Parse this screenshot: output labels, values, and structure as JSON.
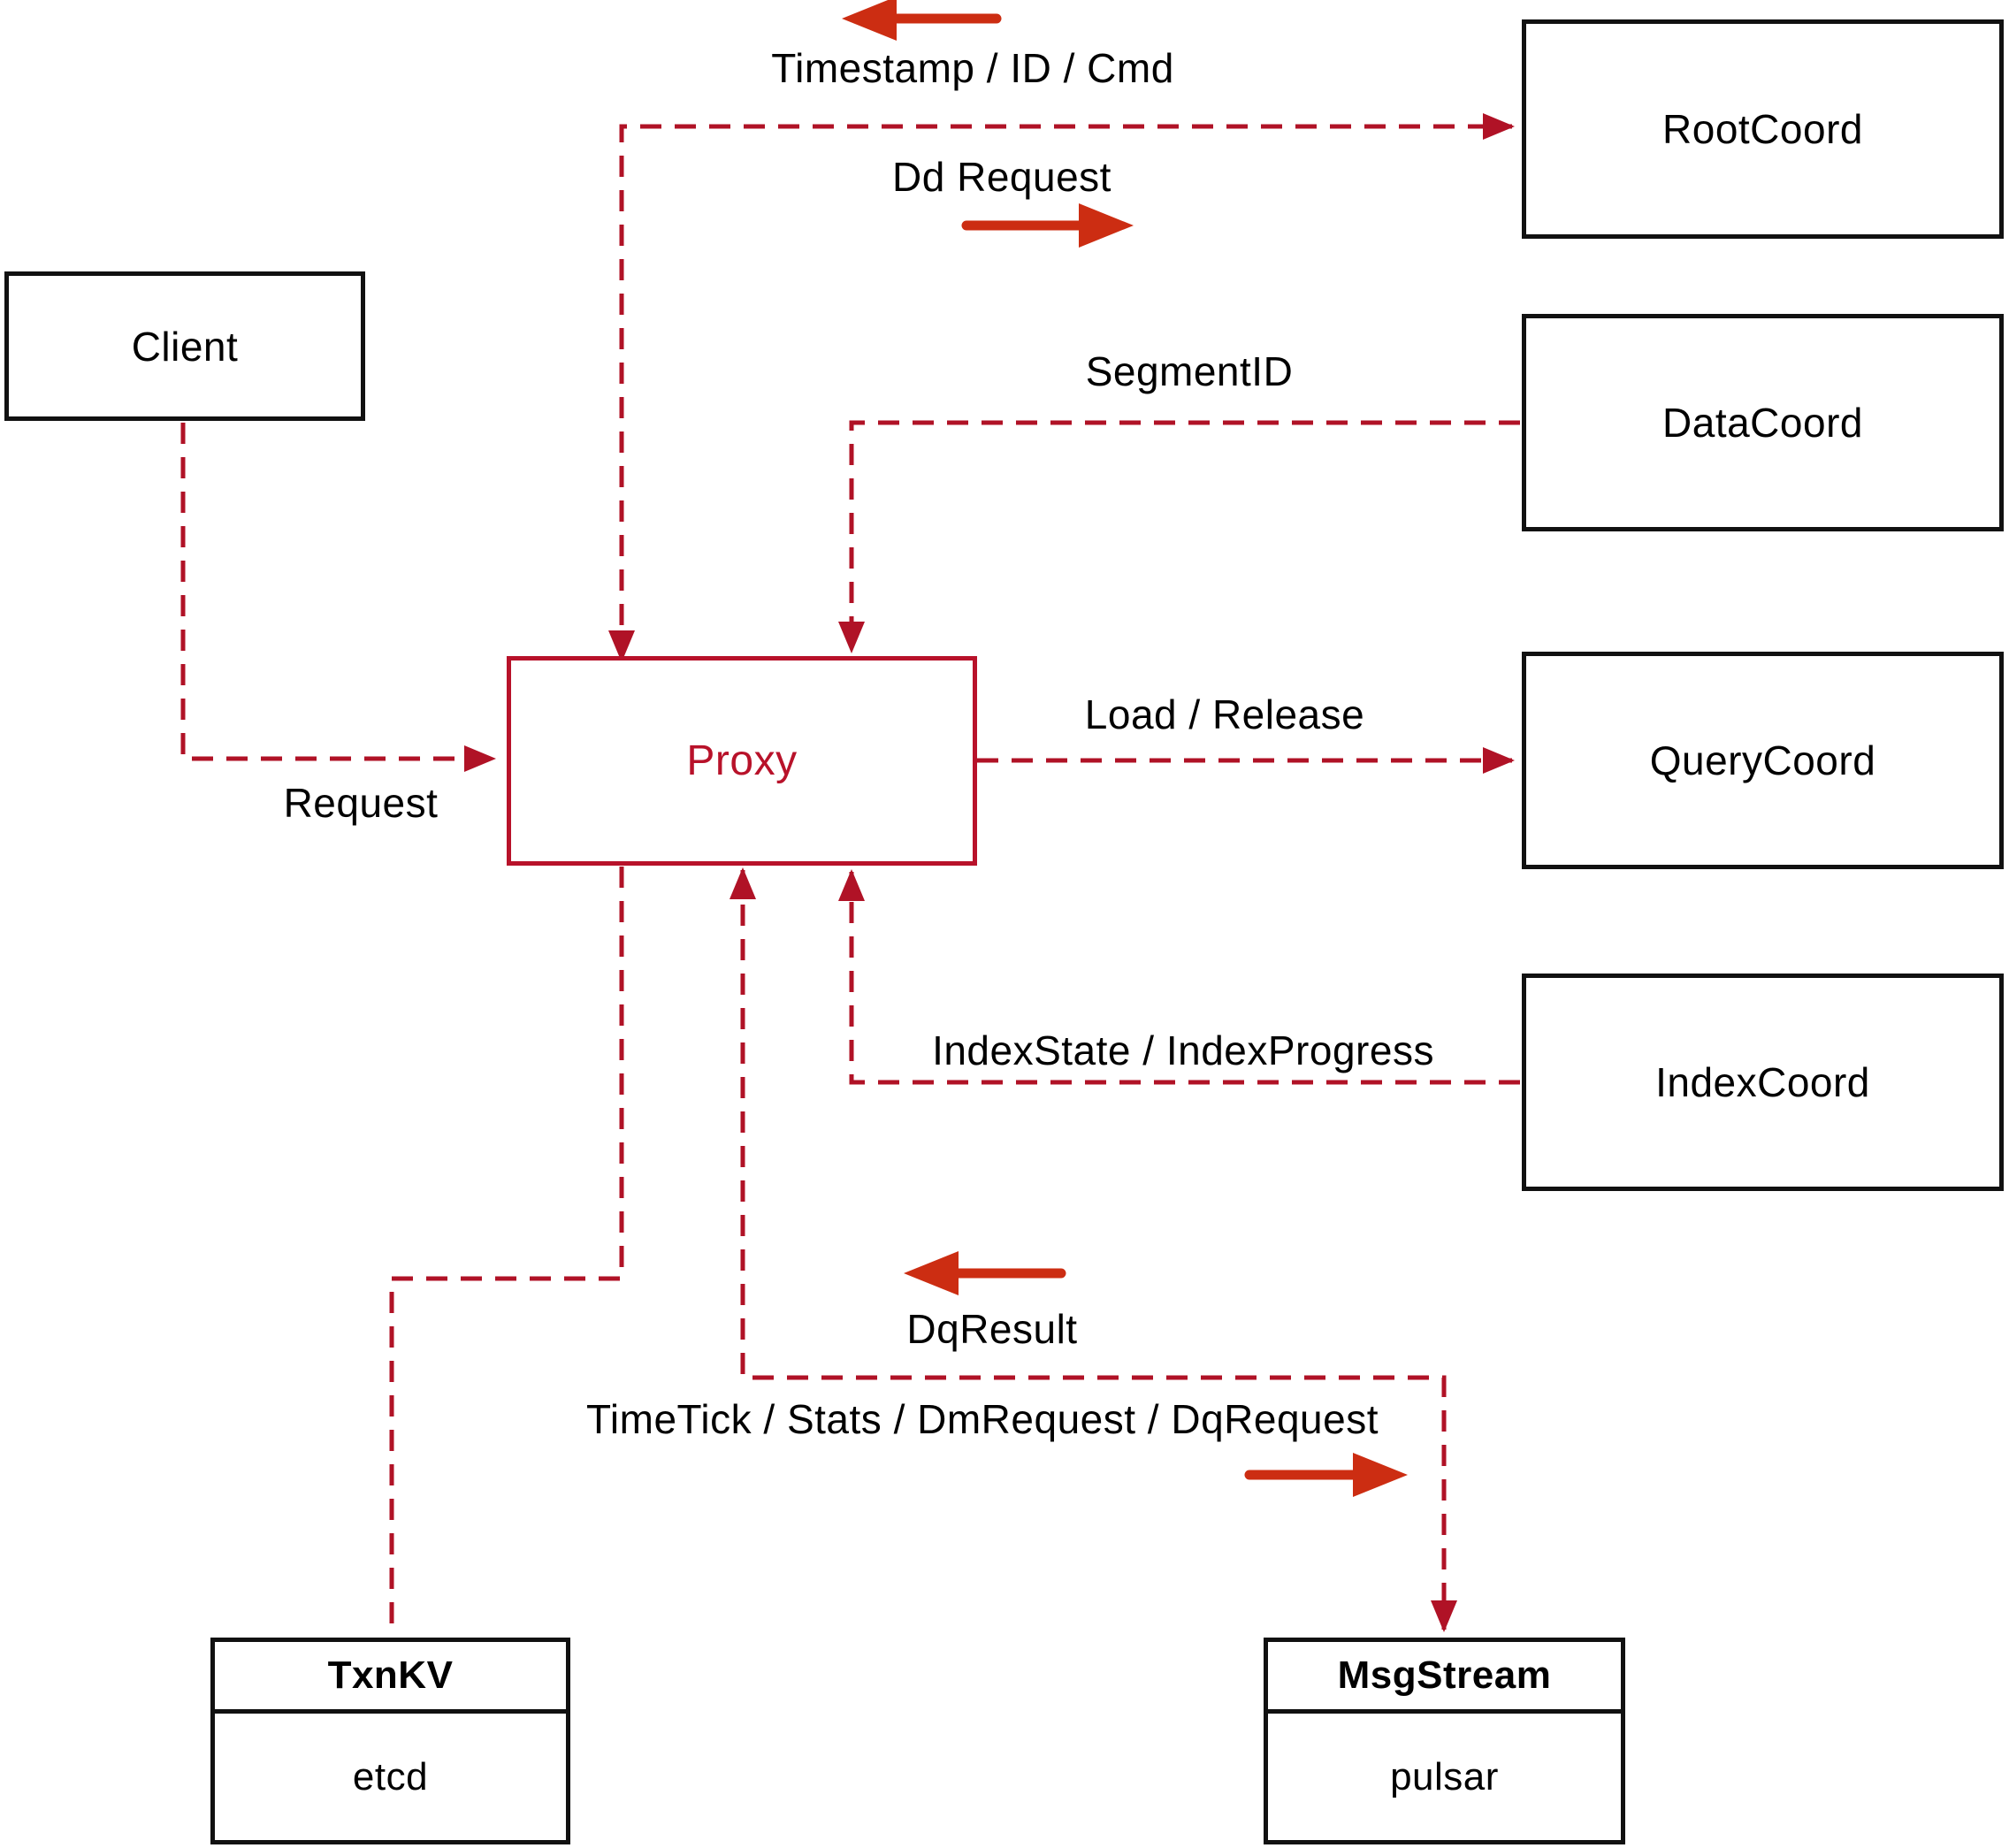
{
  "nodes": {
    "client": {
      "label": "Client"
    },
    "rootcoord": {
      "label": "RootCoord"
    },
    "datacoord": {
      "label": "DataCoord"
    },
    "querycoord": {
      "label": "QueryCoord"
    },
    "indexcoord": {
      "label": "IndexCoord"
    },
    "proxy": {
      "label": "Proxy"
    },
    "txnkv": {
      "title": "TxnKV",
      "impl": "etcd"
    },
    "msgstream": {
      "title": "MsgStream",
      "impl": "pulsar"
    }
  },
  "edges": {
    "client_to_proxy": {
      "label": "Request"
    },
    "proxy_rootcoord": {
      "label_from_rootcoord": "Timestamp / ID / Cmd",
      "label_to_rootcoord": "Dd Request"
    },
    "datacoord_to_proxy": {
      "label": "SegmentID"
    },
    "proxy_to_querycoord": {
      "label": "Load / Release"
    },
    "indexcoord_to_proxy": {
      "label": "IndexState / IndexProgress"
    },
    "proxy_msgstream": {
      "label_from_msgstream": "DqResult",
      "label_to_msgstream": "TimeTick / Stats / DmRequest / DqRequest"
    }
  },
  "colors": {
    "connector": "#b01226",
    "direction_arrow": "#cc2d12",
    "node_border": "#111111",
    "proxy_accent": "#b8122a",
    "label_text": "#000000",
    "background": "#ffffff"
  }
}
